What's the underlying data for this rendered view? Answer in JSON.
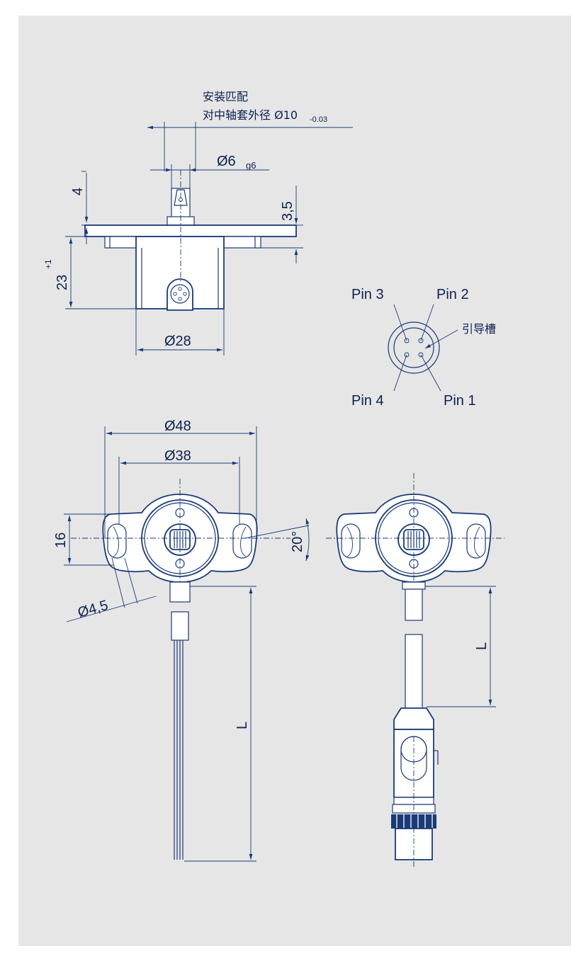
{
  "labels": {
    "mount_line1": "安装匹配",
    "mount_line2": "对中轴套外径 Ø10",
    "mount_tol": "-0.03",
    "shaft_dia": "Ø6",
    "shaft_tol": "g6",
    "dim_4": "4",
    "dim_3_5": "3,5",
    "dim_23": "23",
    "dim_23_tol": "+1",
    "dim_28": "Ø28",
    "pin1": "Pin 1",
    "pin2": "Pin 2",
    "pin3": "Pin 3",
    "pin4": "Pin 4",
    "guide_slot": "引导槽",
    "dim_48": "Ø48",
    "dim_38": "Ø38",
    "dim_16": "16",
    "dim_20deg": "20°",
    "dim_4_5": "Ø4,5",
    "dim_L_left": "L",
    "dim_L_right": "L"
  },
  "colors": {
    "line": "#1a3a78",
    "text": "#0e2150",
    "sheet": "#e6e6e6"
  }
}
